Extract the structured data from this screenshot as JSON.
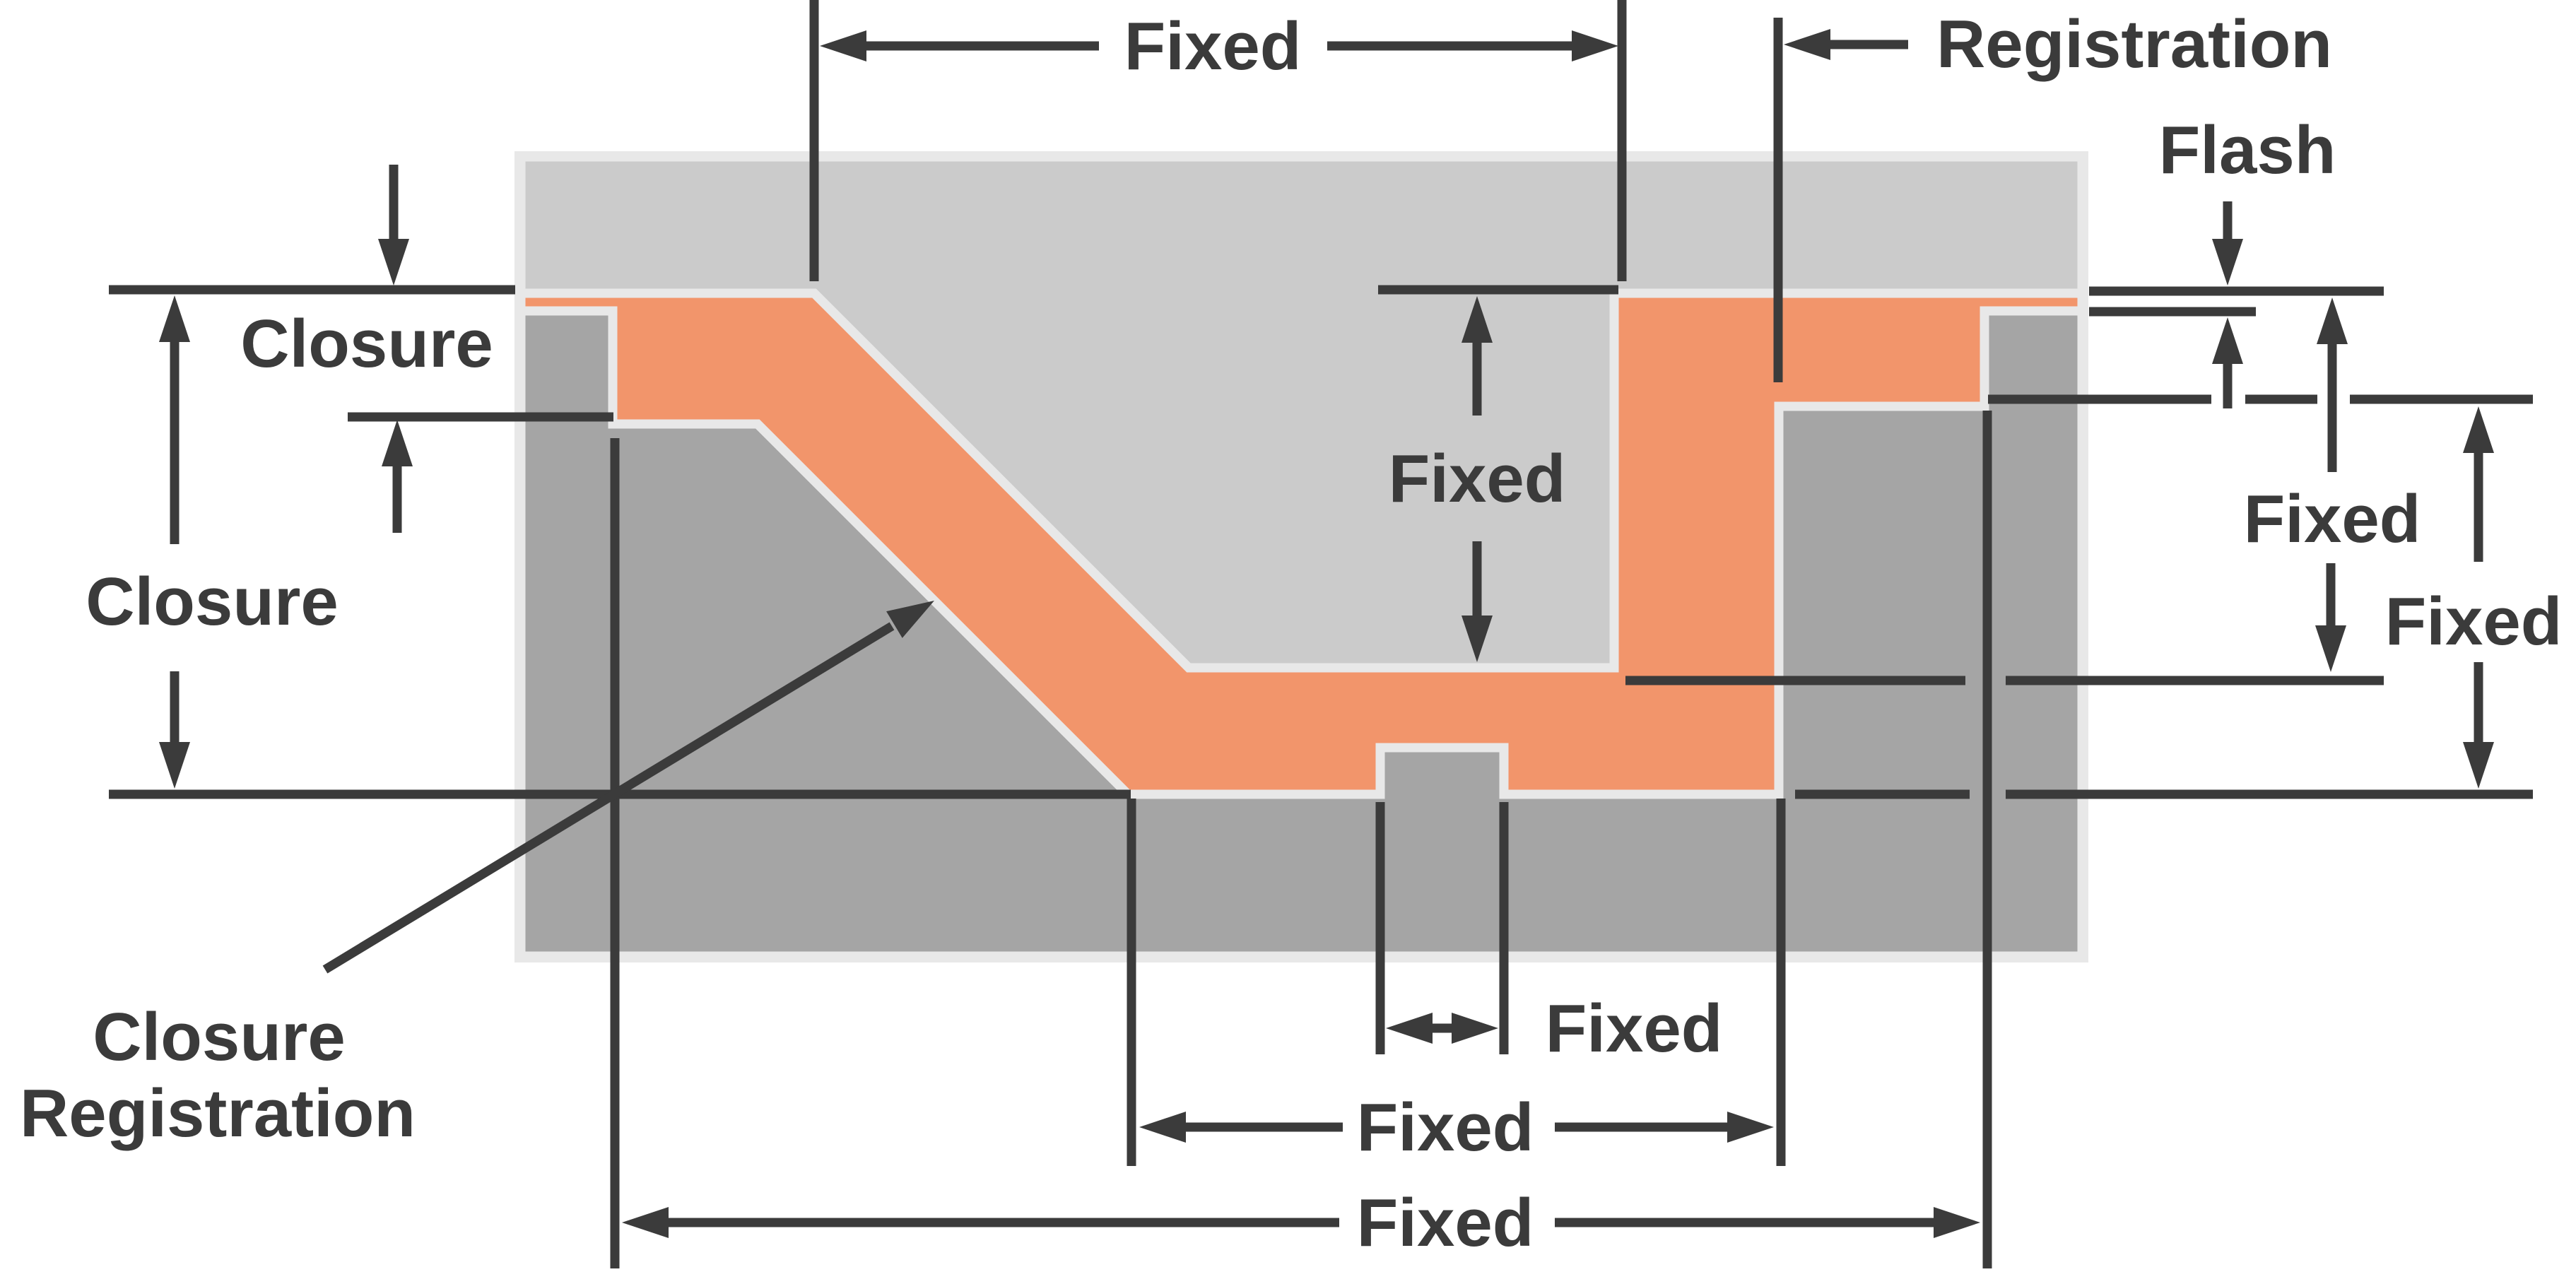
{
  "diagram": {
    "description": "Rubber seal mold cross-section with dimensioning callouts",
    "labels": {
      "fixed_top": "Fixed",
      "registration": "Registration",
      "flash": "Flash",
      "fixed_cavity_depth": "Fixed",
      "closure_upper": "Closure",
      "closure_overall": "Closure",
      "closure_registration_line1": "Closure",
      "closure_registration_line2": "Registration",
      "fixed_right_upper": "Fixed",
      "fixed_right_lower": "Fixed",
      "fixed_tab_width": "Fixed",
      "fixed_bottom_middle": "Fixed",
      "fixed_bottom_overall": "Fixed"
    },
    "colors": {
      "background": "#FFFFFF",
      "upper_mold_gray": "#CBCBCB",
      "lower_mold_gray": "#A5A5A5",
      "seal_orange": "#F2956B",
      "outline_pale": "#E8E8E8",
      "annotation_ink": "#3B3B3B"
    }
  }
}
